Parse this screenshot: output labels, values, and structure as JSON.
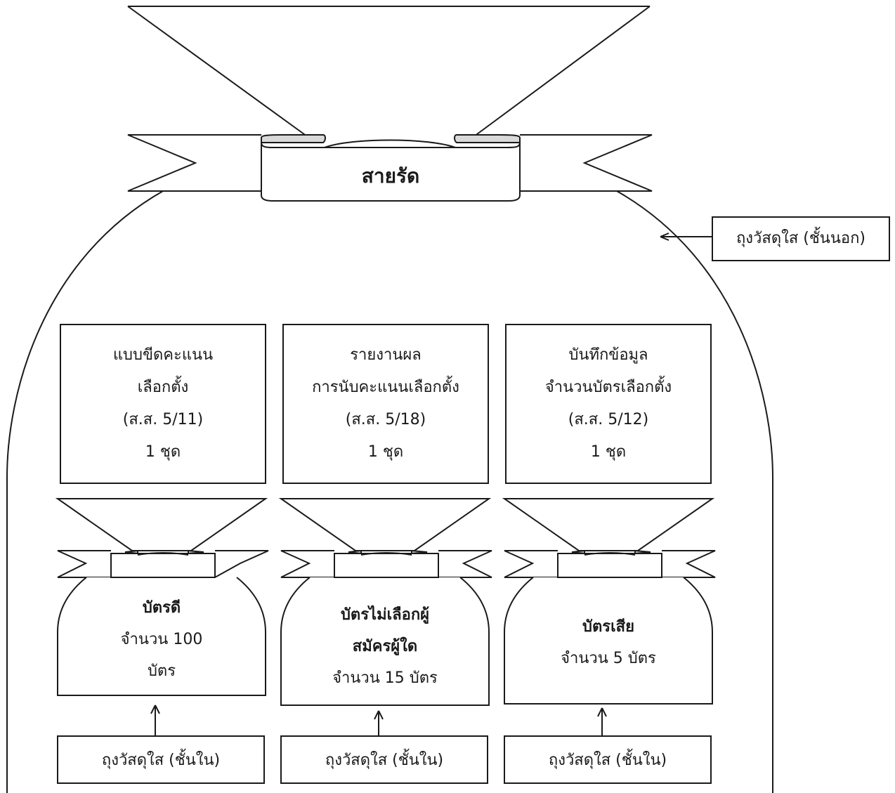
{
  "title": "สายรัด",
  "outer_bag_label": "ถุงวัสดุใส (ชั้นนอก)",
  "documents": [
    {
      "lines": [
        "แบบขีดคะแนน",
        "เลือกตั้ง",
        "(ส.ส. 5/11)",
        "1 ชุด"
      ]
    },
    {
      "lines": [
        "รายงานผล",
        "การนับคะแนนเลือกตั้ง",
        "(ส.ส. 5/18)",
        "1 ชุด"
      ]
    },
    {
      "lines": [
        "บันทึกข้อมูล",
        "จำนวนบัตรเลือกตั้ง",
        "(ส.ส. 5/12)",
        "1 ชุด"
      ]
    }
  ],
  "bags": [
    {
      "name": "บัตรดี",
      "detail_1": "จำนวน 100",
      "detail_2": "บัตร"
    },
    {
      "name_1": "บัตรไม่เลือกผู้",
      "name_2": "สมัครผู้ใด",
      "detail": "จำนวน 15 บัตร"
    },
    {
      "name": "บัตรเสีย",
      "detail": "จำนวน 5 บัตร"
    }
  ],
  "inner_bag_label": "ถุงวัสดุใส (ชั้นใน)"
}
